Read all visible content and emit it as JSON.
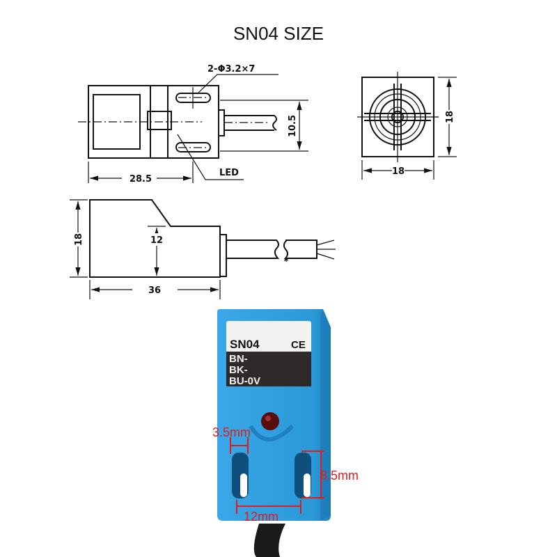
{
  "title": "SN04   SIZE",
  "drawing": {
    "top_view": {
      "slot_spec": "2-Φ3.2×7",
      "height_dim": "10.5",
      "width_dim": "28.5",
      "led_label": "LED"
    },
    "front_view": {
      "height_dim": "18",
      "width_dim": "18"
    },
    "side_view": {
      "height_dim": "18",
      "step_dim": "12",
      "length_dim": "36",
      "cable_note": "*"
    }
  },
  "photo": {
    "model": "SN04",
    "mark": "CE",
    "wires": [
      "BN-",
      "BK-",
      "BU-0V"
    ],
    "annotations": {
      "slot_width": "3.5mm",
      "slot_length": "8.5mm",
      "slot_spacing": "12mm"
    },
    "colors": {
      "body": "#2f9fe0",
      "annotation": "#e21b1b",
      "label_dark": "#2e2a29"
    }
  }
}
